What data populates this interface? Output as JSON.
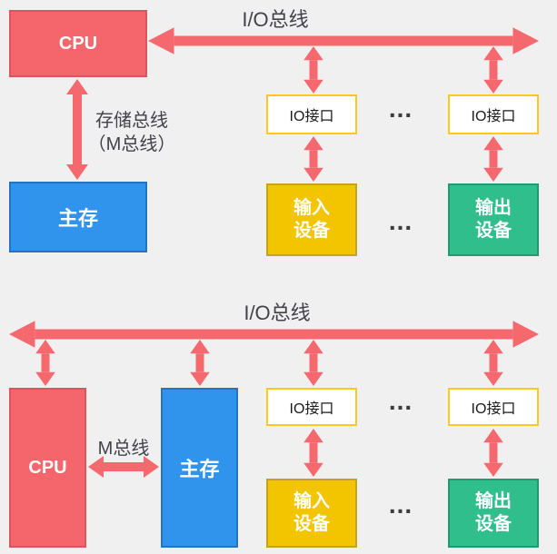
{
  "colors": {
    "background": "#F0F0F1",
    "arrow": "#F5686D",
    "cpu_fill": "#F5666C",
    "cpu_border": "#D9565E",
    "memory_fill": "#3094EC",
    "memory_border": "#2574C2",
    "interface_fill": "#FFFFFF",
    "interface_border": "#FFC81E",
    "input_fill": "#F2C500",
    "input_border": "#C9A21B",
    "output_fill": "#2FBE8C",
    "output_border": "#1E9B73",
    "label_text": "#42424B",
    "box_text": "#FFFFFF",
    "interface_text": "#1A1A1A",
    "ellipsis_text": "#3C3C3C"
  },
  "diagram_top": {
    "bus_label": "I/O总线",
    "cpu_label": "CPU",
    "memory_label": "主存",
    "memory_bus_label_line1": "存储总线",
    "memory_bus_label_line2": "（M总线）",
    "interface_left_label": "IO接口",
    "interface_right_label": "IO接口",
    "input_device_line1": "输入",
    "input_device_line2": "设备",
    "output_device_line1": "输出",
    "output_device_line2": "设备",
    "ellipsis_interfaces": "...",
    "ellipsis_devices": "..."
  },
  "diagram_bottom": {
    "bus_label": "I/O总线",
    "cpu_label": "CPU",
    "memory_label": "主存",
    "memory_bus_label": "M总线",
    "interface_left_label": "IO接口",
    "interface_right_label": "IO接口",
    "input_device_line1": "输入",
    "input_device_line2": "设备",
    "output_device_line1": "输出",
    "output_device_line2": "设备",
    "ellipsis_interfaces": "...",
    "ellipsis_devices": "..."
  }
}
